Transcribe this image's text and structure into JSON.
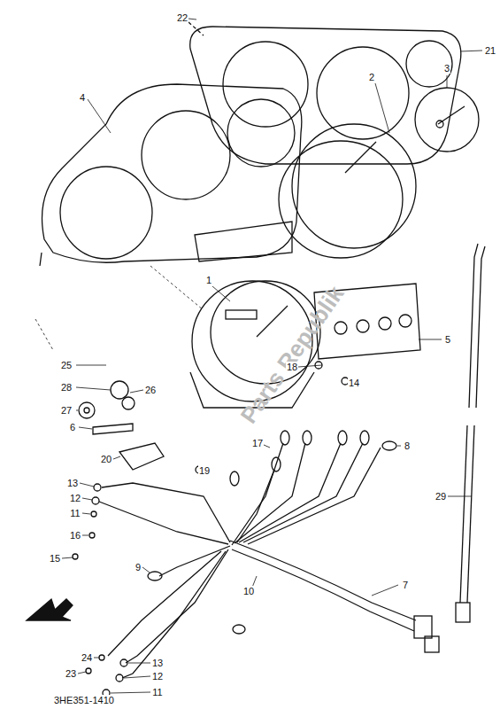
{
  "diagram": {
    "labels": [
      "22",
      "21",
      "4",
      "2",
      "3",
      "1",
      "5",
      "25",
      "26",
      "28",
      "27",
      "18",
      "14",
      "6",
      "17",
      "8",
      "20",
      "19",
      "13",
      "12",
      "11",
      "16",
      "15",
      "29",
      "9",
      "7",
      "10",
      "24",
      "23",
      "13",
      "12",
      "11",
      "3HE351-1410",
      "Parts Republik"
    ]
  }
}
